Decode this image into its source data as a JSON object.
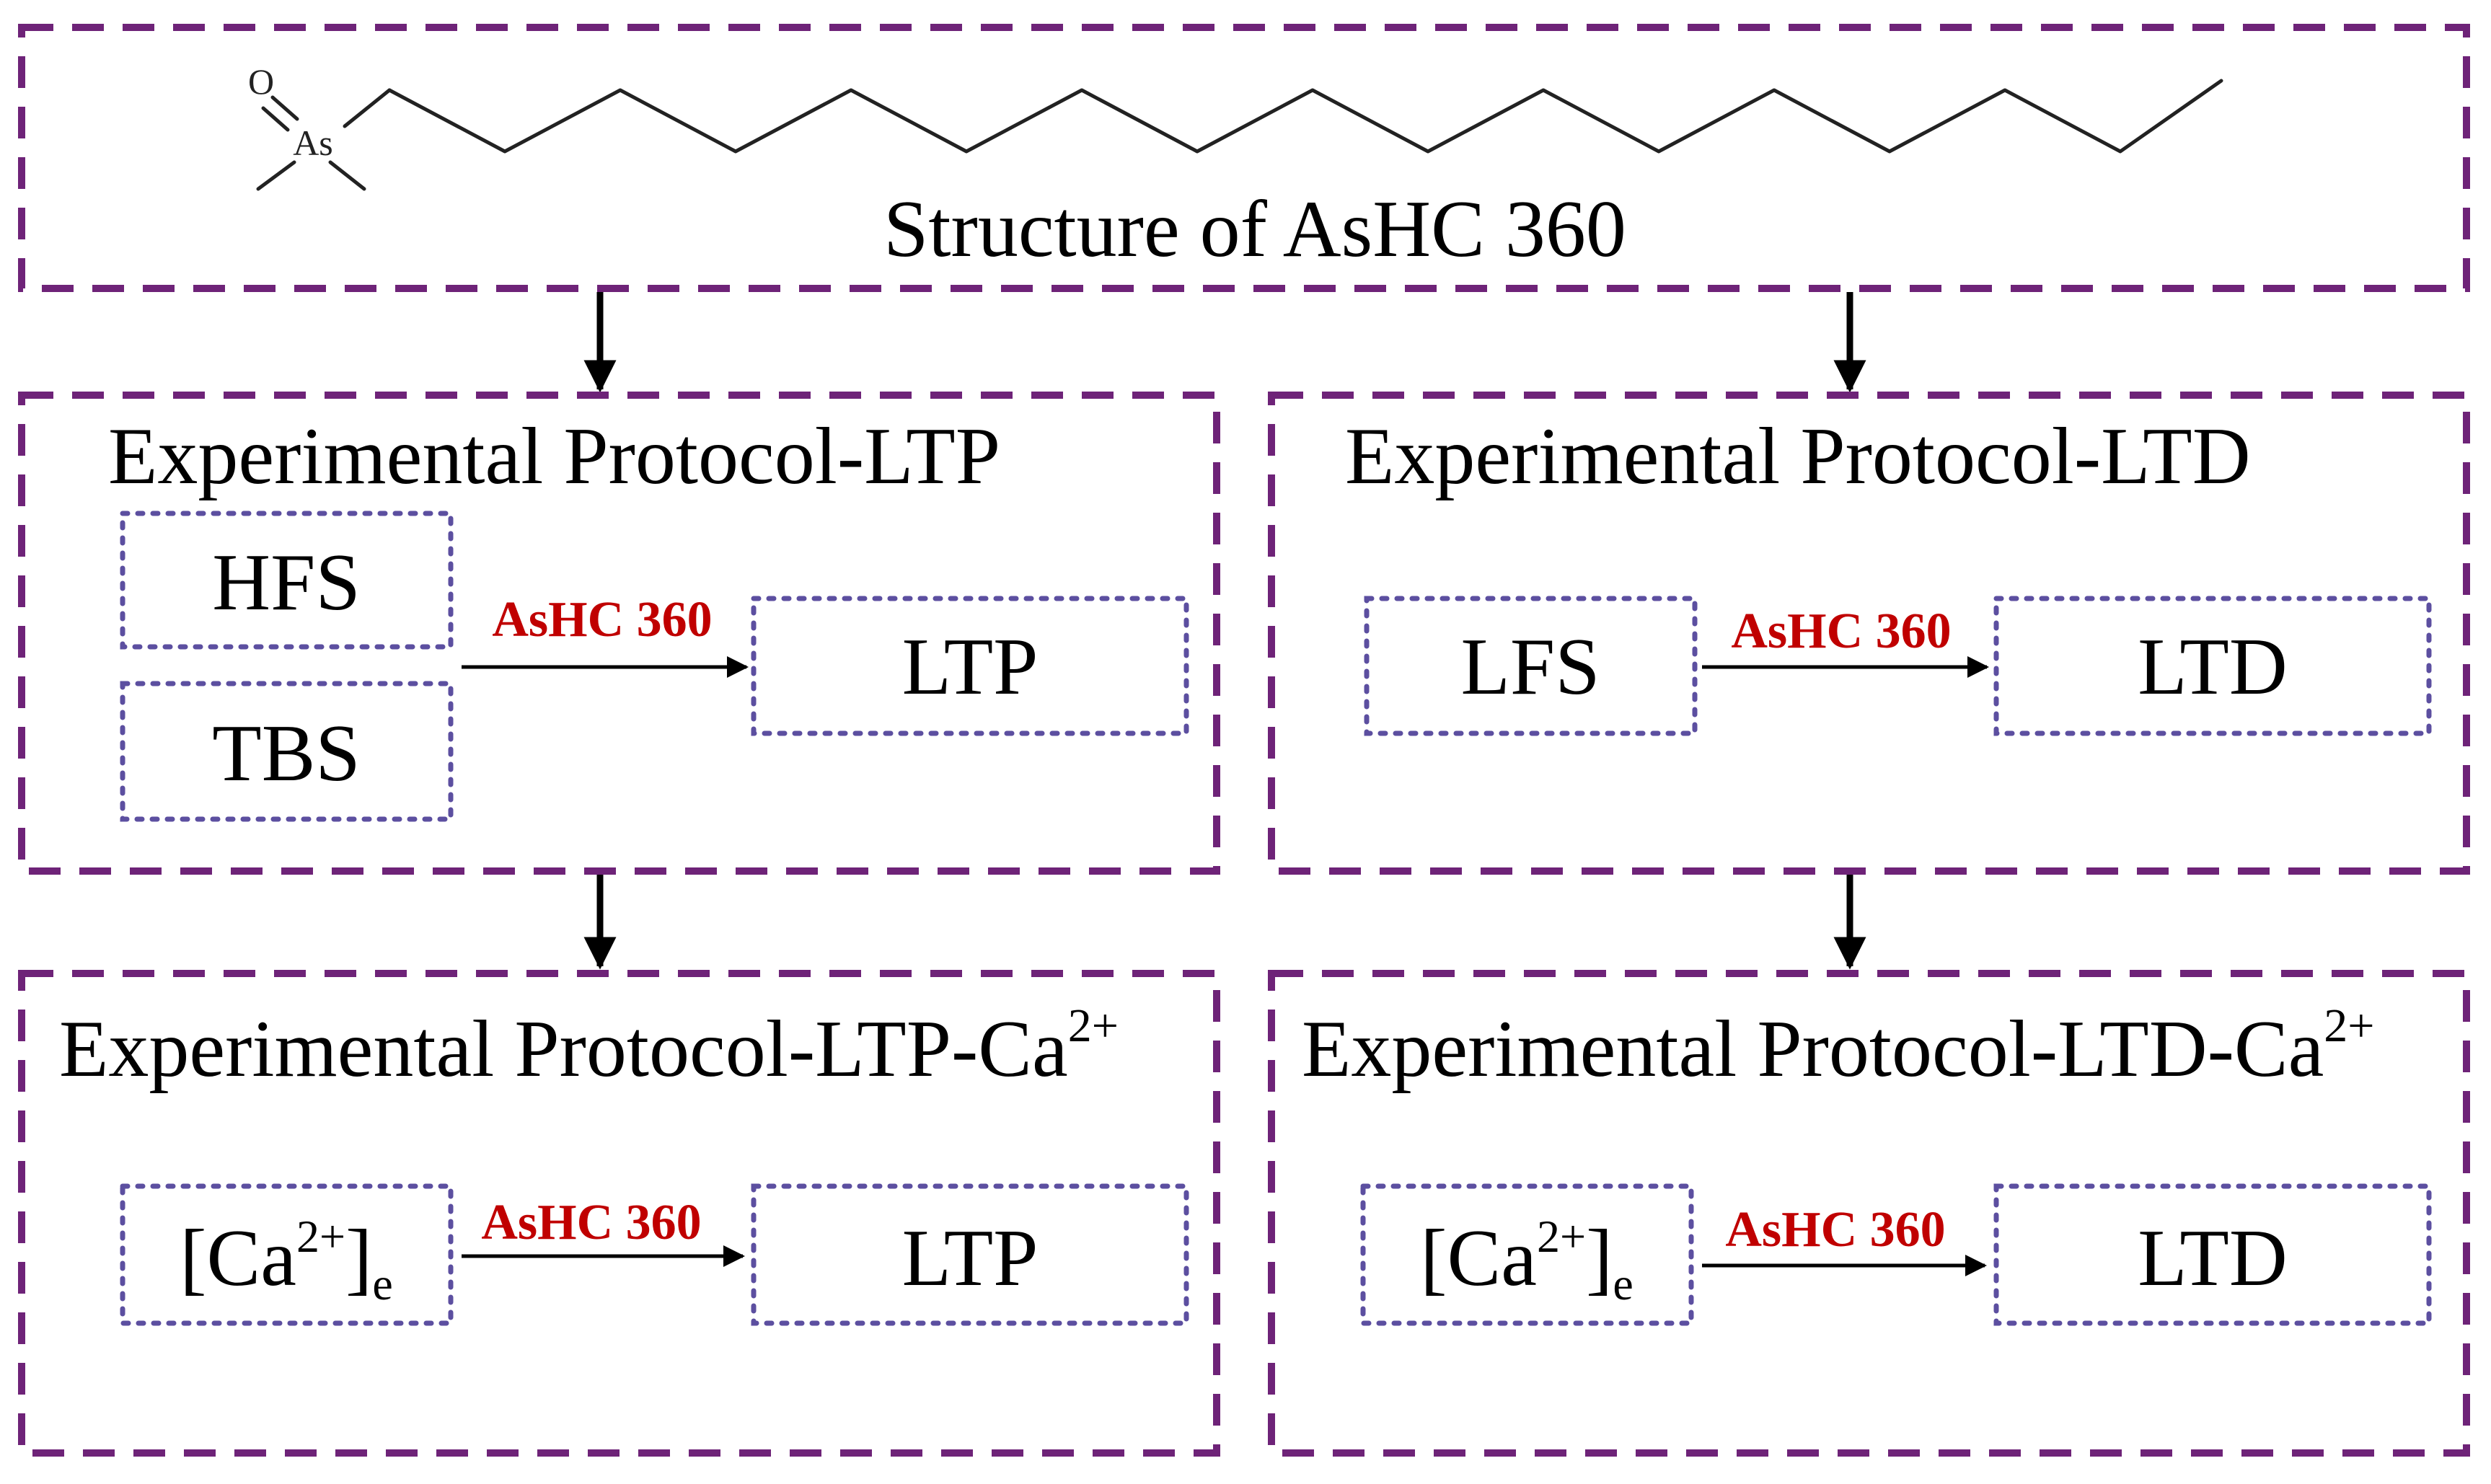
{
  "molecule": {
    "atom_oxygen": "O",
    "atom_arsenic": "As"
  },
  "structure_title": "Structure of AsHC 360",
  "agent": "AsHC 360",
  "panels": {
    "ltp": {
      "title": "Experimental Protocol-LTP",
      "inputs": [
        "HFS",
        "TBS"
      ],
      "output": "LTP"
    },
    "ltd": {
      "title": "Experimental Protocol-LTD",
      "input": "LFS",
      "output": "LTD"
    },
    "ltp_ca": {
      "title": "Experimental Protocol-LTP-Ca",
      "title_sup": "2+",
      "input": {
        "prefix": "[Ca",
        "sup": "2+",
        "close": "]",
        "sub": "e"
      },
      "output": "LTP"
    },
    "ltd_ca": {
      "title": "Experimental Protocol-LTD-Ca",
      "title_sup": "2+",
      "input": {
        "prefix": "[Ca",
        "sup": "2+",
        "close": "]",
        "sub": "e"
      },
      "output": "LTD"
    }
  },
  "colors": {
    "panel_border": "#6e2378",
    "node_border": "#5c4fa0",
    "agent_text": "#c00000",
    "arrow": "#000000"
  }
}
